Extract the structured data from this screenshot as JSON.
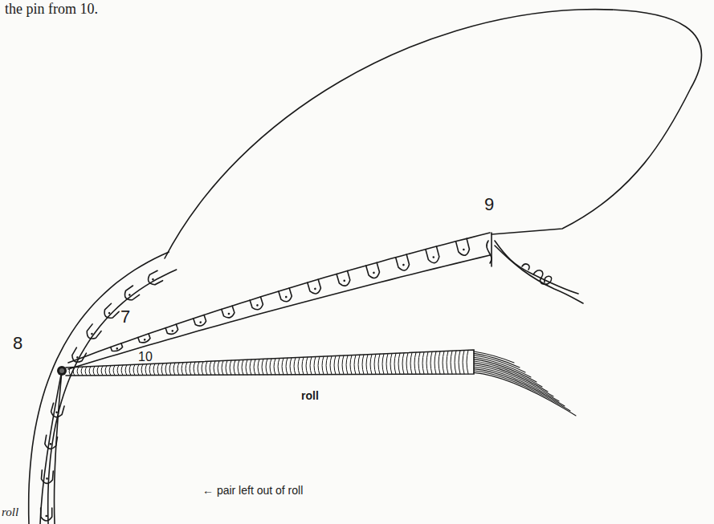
{
  "diagram": {
    "labels": [
      "the pin from 10.",
      "8",
      "7",
      "10",
      "9",
      "roll",
      "← pair left out of roll",
      "roll"
    ]
  }
}
